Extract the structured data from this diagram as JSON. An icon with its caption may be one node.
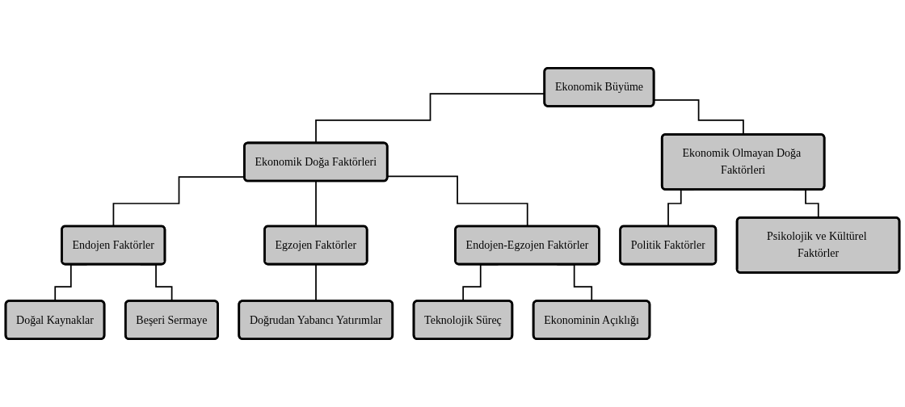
{
  "diagram": {
    "nodes": [
      {
        "text": [
          "Ekonomik Büyüme"
        ]
      },
      {
        "text": [
          "Ekonomik Doğa Faktörleri"
        ]
      },
      {
        "text": [
          "Ekonomik Olmayan Doğa Faktörleri"
        ]
      },
      {
        "text": [
          "Endojen Faktörler"
        ]
      },
      {
        "text": [
          "Egzojen Faktörler"
        ]
      },
      {
        "text": [
          "Endojen-Egzojen Faktörler"
        ]
      },
      {
        "text": [
          "Politik Faktörler"
        ]
      },
      {
        "text": [
          "Psikolojik ve Kültürel Faktörler"
        ]
      },
      {
        "text": [
          "Doğal Kaynaklar"
        ]
      },
      {
        "text": [
          "Beşeri Sermaye"
        ]
      },
      {
        "text": [
          "Doğrudan Yabancı Yatırımlar"
        ]
      },
      {
        "text": [
          "Teknolojik Süreç"
        ]
      },
      {
        "text": [
          "Ekonominin Açıklığı"
        ]
      }
    ],
    "edges": [
      {
        "from": 0,
        "to": 1,
        "arrow": "none"
      },
      {
        "from": 0,
        "to": 2,
        "arrow": "none"
      },
      {
        "from": 1,
        "to": 3,
        "arrow": "none"
      },
      {
        "from": 1,
        "to": 4,
        "arrow": "none"
      },
      {
        "from": 1,
        "to": 5,
        "arrow": "none"
      },
      {
        "from": 2,
        "to": 6,
        "arrow": "none"
      },
      {
        "from": 2,
        "to": 7,
        "arrow": "none"
      },
      {
        "from": 3,
        "to": 8,
        "arrow": "none"
      },
      {
        "from": 3,
        "to": 9,
        "arrow": "none"
      },
      {
        "from": 4,
        "to": 10,
        "arrow": "none"
      },
      {
        "from": 5,
        "to": 11,
        "arrow": "none"
      },
      {
        "from": 5,
        "to": 12,
        "arrow": "none"
      }
    ]
  }
}
